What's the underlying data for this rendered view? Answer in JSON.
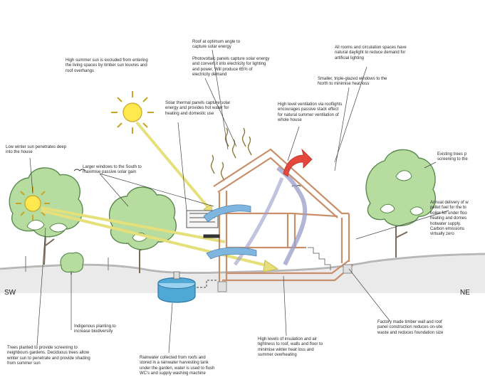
{
  "colors": {
    "tree_fill": "#b7dca0",
    "tree_outline": "#5a8a4e",
    "sun_fill": "#ffe94f",
    "sun_ray": "#c9a427",
    "solar_beam": "#e6e07a",
    "house_line": "#c98f6b",
    "ground": "#b8b8b8",
    "water": "#4fa8d6",
    "hot_air": "#e4473b",
    "cool_air": "#7fb6e0",
    "ventilation": "#9a9cc8"
  },
  "compass": {
    "sw": "SW",
    "ne": "NE"
  },
  "labels": {
    "roof_angle": "Roof at optimum angle to\ncapture solar energy",
    "photovoltaic": "Photovoltaic panels capture solar energy\nand convert it into electricity for lighting\nand power. Will produce 65% of\nelectricity demand",
    "rooms_daylight": "All rooms and circulation spaces have\nnatural daylight to reduce demand for\nartificial lighting",
    "summer_sun": "High summer sun is excluded from entering\nthe living spaces by timber sun louvres and\nroof overhangs",
    "triple_glazed": "Smaller, triple-glazed windows to the\nNorth  to minimise heat loss",
    "solar_thermal": "Solar thermal panels capture solar\nenergy and provides hot water for\nheating and domestic use",
    "ventilation": "High level ventilation via rooflights\nencourages passive stack effect\nfor natural summer ventilation of\nwhole house",
    "winter_sun": "Low winter sun penetrates deep\ninto the house",
    "south_windows": "Larger windows to the South  to\nmaximise passive solar gain",
    "existing_trees": "Existing trees p\nscreening to the",
    "annual_delivery": "Annual delivery of w\npellet fuel for the bi\nboiler for under floo\nheating and domes\nhotwater supply.\nCarbon emissions\nvirtually zero",
    "indigenous": "Indigenous planting to\nincrease biodiversity",
    "factory": "Factory made timber wall and roof\npanel construction reduces on-site\nwaste and reduces foundation size",
    "trees_planted": "Trees planted  to provide screening to\nneighbours gardens. Deciduous trees allow\nwinter sun to penetrate and provide shading\nfrom summer sun",
    "rainwater": "Rainwater collected from roofs and\nstored in a rainwater harvesting tank\nunder the garden, water is used to flush\nWC's and supply washing machine",
    "insulation": "High levels of insulation and air\ntightness to roof, walls and floor to\nminimise winter heat loss and\nsummer overheating"
  }
}
